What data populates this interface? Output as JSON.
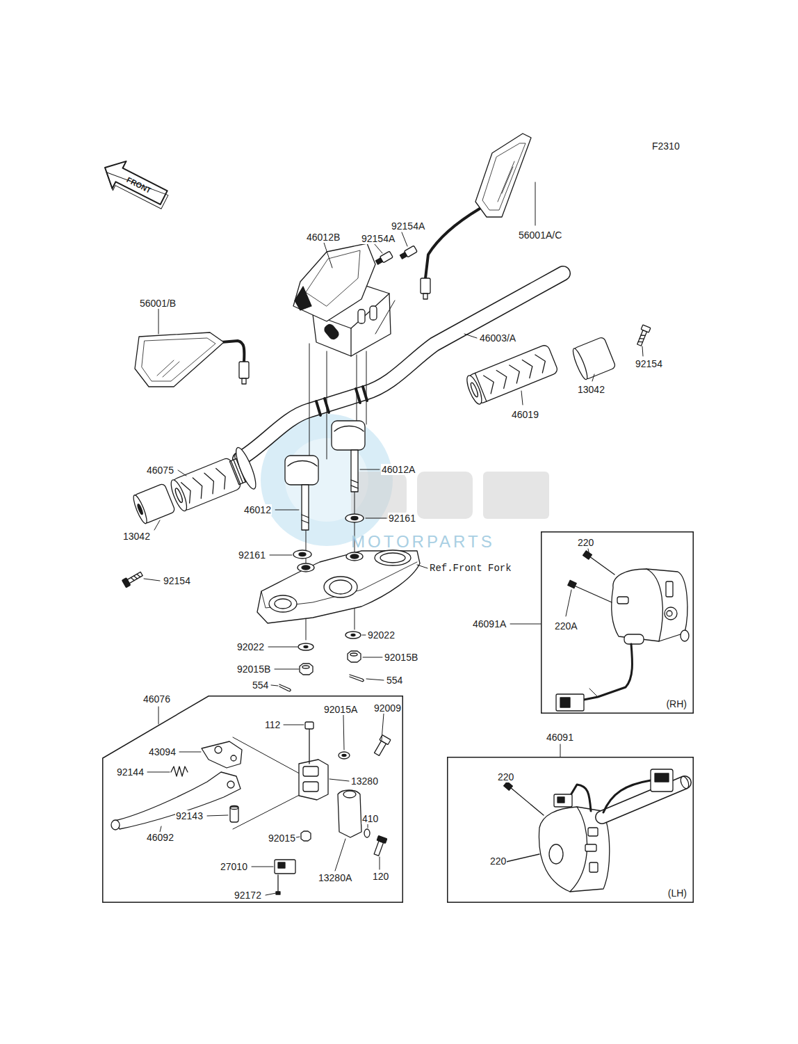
{
  "diagram": {
    "nodes": [
      {
        "text": [
          "46076"
        ]
      },
      {
        "text": [
          "46091A",
          "(RH)"
        ]
      },
      {
        "text": [
          "46091",
          "(LH)"
        ]
      }
    ],
    "labels": [
      "F2310",
      "FRONT",
      "56001A/C",
      "92154A",
      "92154A",
      "46012B",
      "56001/B",
      "46003/A",
      "92154",
      "13042",
      "46019",
      "46075",
      "46012A",
      "46012",
      "92161",
      "13042",
      "92161",
      "Ref.Front Fork",
      "MOTORPARTS",
      "92154",
      "92022",
      "92022",
      "92015B",
      "92015B",
      "554",
      "554",
      "112",
      "92015A",
      "92009",
      "43094",
      "92144",
      "13280",
      "410",
      "92143",
      "46092",
      "92015",
      "27010",
      "13280A",
      "120",
      "92172",
      "220",
      "220A",
      "220",
      "220"
    ]
  }
}
